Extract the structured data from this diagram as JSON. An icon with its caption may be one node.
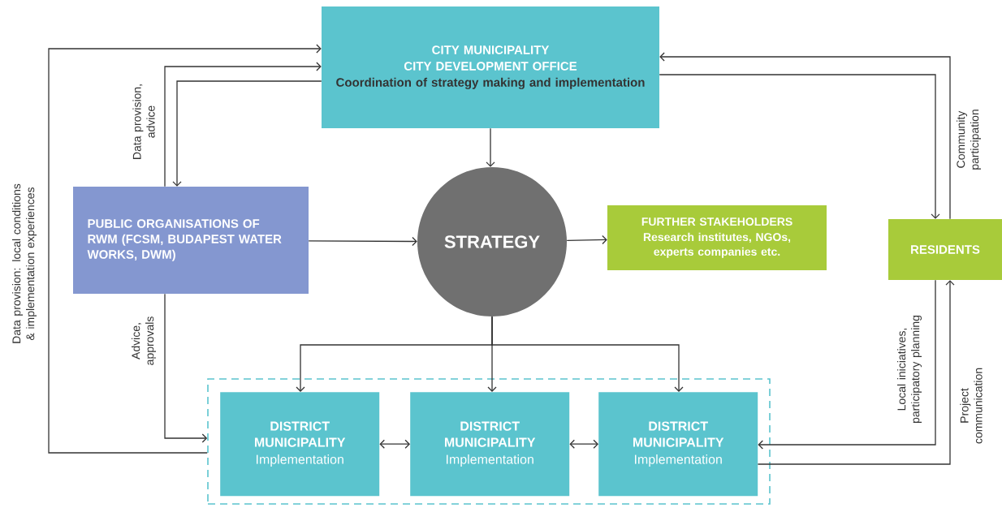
{
  "diagram": {
    "nodes": [
      {
        "text": [
          "CITY MUNICIPALITY",
          "CITY DEVELOPMENT OFFICE",
          "Coordination of strategy making and implementation"
        ]
      },
      {
        "text": [
          "PUBLIC ORGANISATIONS OF RWM (FCSM, BUDAPEST WATER WORKS, DWM)"
        ]
      },
      {
        "text": [
          "STRATEGY"
        ]
      },
      {
        "text": [
          "FURTHER STAKEHOLDERS",
          "Research institutes, NGOs, experts companies etc."
        ]
      },
      {
        "text": [
          "RESIDENTS"
        ]
      },
      {
        "text": [],
        "shape": "box"
      },
      {
        "text": [
          "DISTRICT MUNICIPALITY",
          "Implementation"
        ],
        "in": 5
      },
      {
        "text": [
          "DISTRICT MUNICIPALITY",
          "Implementation"
        ],
        "in": 5
      },
      {
        "text": [
          "DISTRICT MUNICIPALITY",
          "Implementation"
        ],
        "in": 5
      }
    ],
    "edges": [
      {
        "from": 0,
        "to": 2,
        "arrow": "to"
      },
      {
        "from": 0,
        "to": 1,
        "arrow": "to"
      },
      {
        "from": 1,
        "to": 0,
        "arrow": "to",
        "label": "Data provision, advice"
      },
      {
        "from": 1,
        "to": 2,
        "arrow": "to"
      },
      {
        "from": 2,
        "to": 3,
        "arrow": "to"
      },
      {
        "from": 2,
        "to": 6,
        "arrow": "to"
      },
      {
        "from": 2,
        "to": 7,
        "arrow": "to"
      },
      {
        "from": 2,
        "to": 8,
        "arrow": "to"
      },
      {
        "from": 6,
        "to": 7,
        "arrow": "both"
      },
      {
        "from": 7,
        "to": 8,
        "arrow": "both"
      },
      {
        "from": 0,
        "to": 4,
        "arrow": "to"
      },
      {
        "from": 4,
        "to": 0,
        "arrow": "to",
        "label": "Community participation"
      },
      {
        "from": 4,
        "to": 8,
        "arrow": "to",
        "label": "Local iniciatives, participatory planning"
      },
      {
        "from": 8,
        "to": 4,
        "arrow": "to",
        "label": "Project communication"
      },
      {
        "from": 1,
        "to": 5,
        "arrow": "to",
        "label": "Advice, approvals"
      },
      {
        "from": 5,
        "to": 0,
        "arrow": "to",
        "label": "Data provision: local conditions & implementation experiences"
      }
    ]
  }
}
